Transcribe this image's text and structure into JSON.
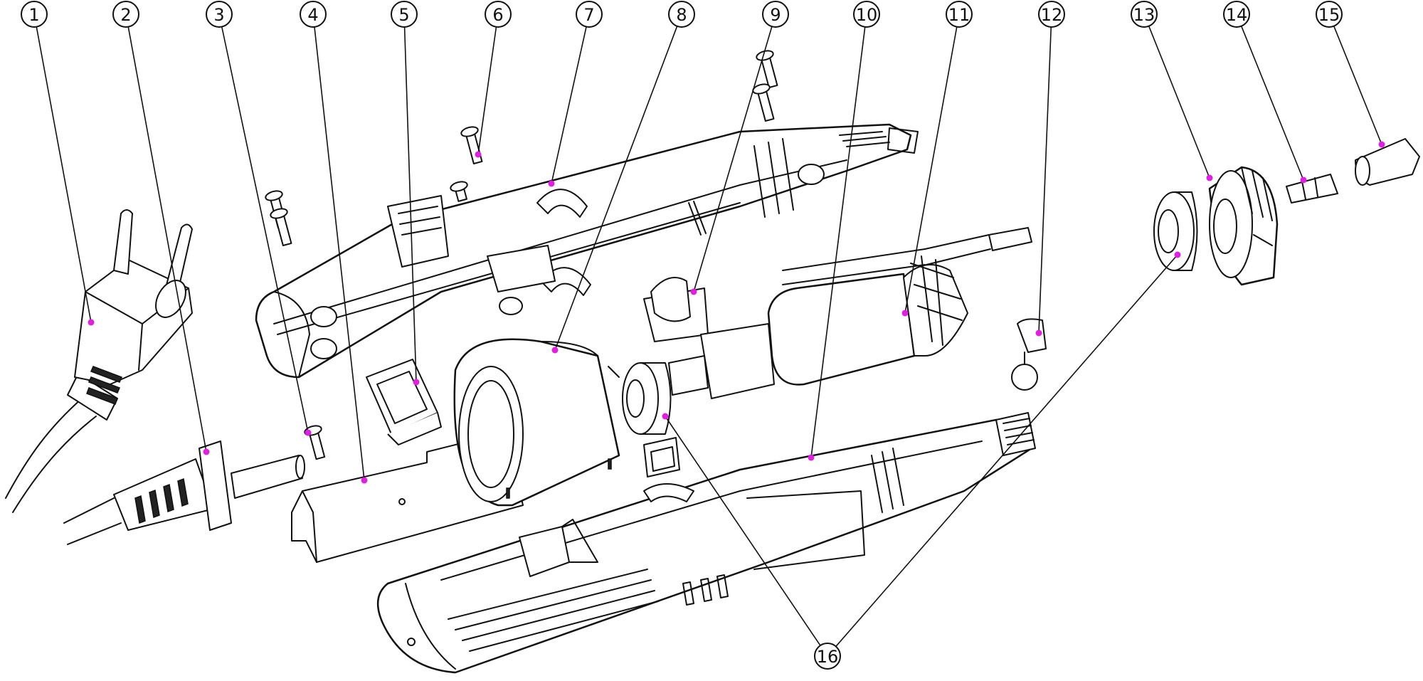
{
  "diagram": {
    "callouts": [
      {
        "label": "1"
      },
      {
        "label": "2"
      },
      {
        "label": "3"
      },
      {
        "label": "4"
      },
      {
        "label": "5"
      },
      {
        "label": "6"
      },
      {
        "label": "7"
      },
      {
        "label": "8"
      },
      {
        "label": "9"
      },
      {
        "label": "10"
      },
      {
        "label": "11"
      },
      {
        "label": "12"
      },
      {
        "label": "13"
      },
      {
        "label": "14"
      },
      {
        "label": "15"
      },
      {
        "label": "16"
      }
    ],
    "colors": {
      "line": "#111111",
      "marker": "#e020e0",
      "background": "#ffffff"
    }
  }
}
